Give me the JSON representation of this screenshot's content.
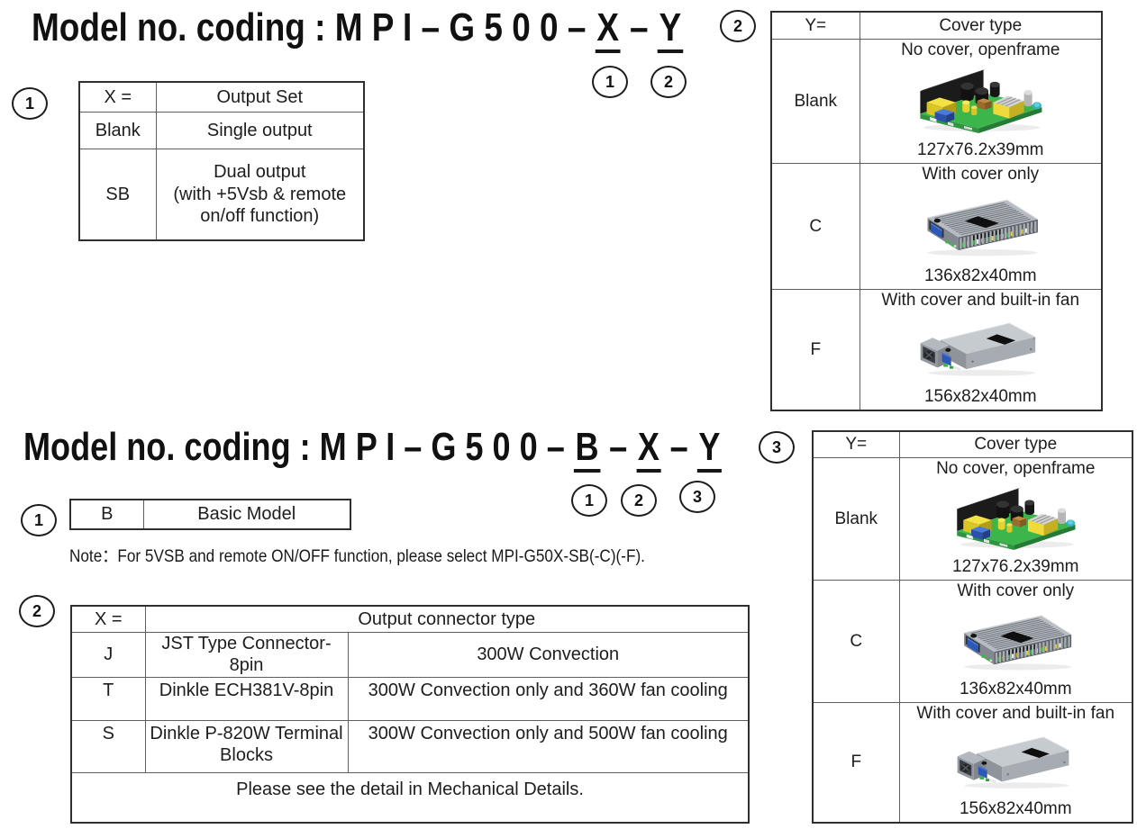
{
  "page": {
    "background": "#ffffff",
    "text_color": "#1d1d1d"
  },
  "section1": {
    "title_prefix": "Model no. coding : M P I – G 5 0 0 – ",
    "title_sep": " – ",
    "code_letters": [
      "X",
      "Y"
    ],
    "callouts": [
      "1",
      "2"
    ],
    "output_set_table": {
      "callout": "1",
      "header": {
        "code": "X =",
        "label": "Output Set"
      },
      "rows": [
        {
          "code": "Blank",
          "desc": "Single output"
        },
        {
          "code": "SB",
          "desc": "Dual output\n(with +5Vsb & remote\non/off function)"
        }
      ]
    },
    "cover_table": {
      "callout": "2",
      "header": {
        "code": "Y=",
        "label": "Cover type"
      },
      "rows": [
        {
          "code": "Blank",
          "caption": "No cover, openframe",
          "icon": "openframe-psu",
          "dims": "127x76.2x39mm"
        },
        {
          "code": "C",
          "caption": "With cover only",
          "icon": "covered-psu",
          "dims": "136x82x40mm"
        },
        {
          "code": "F",
          "caption": "With cover and built-in fan",
          "icon": "fan-psu",
          "dims": "156x82x40mm"
        }
      ]
    }
  },
  "section2": {
    "title_prefix": "Model no. coding : M P I – G 5 0 0 – ",
    "title_sep": " – ",
    "code_letters": [
      "B",
      "X",
      "Y"
    ],
    "callouts": [
      "1",
      "2",
      "3"
    ],
    "basic_table": {
      "callout": "1",
      "code": "B",
      "desc": "Basic Model"
    },
    "note": "Note：For 5VSB and remote ON/OFF function, please select MPI-G50X-SB(-C)(-F).",
    "connector_table": {
      "callout": "2",
      "header": {
        "code": "X =",
        "label": "Output connector type"
      },
      "rows": [
        {
          "code": "J",
          "name": "JST Type Connector-8pin",
          "desc": "300W Convection"
        },
        {
          "code": "T",
          "name": "Dinkle ECH381V-8pin",
          "desc": "300W Convection only and 360W fan cooling"
        },
        {
          "code": "S",
          "name": "Dinkle P-820W Terminal Blocks",
          "desc": "300W Convection only and 500W fan cooling"
        }
      ],
      "footer": "Please see the detail in Mechanical Details."
    },
    "cover_table": {
      "callout": "3",
      "header": {
        "code": "Y=",
        "label": "Cover type"
      },
      "rows": [
        {
          "code": "Blank",
          "caption": "No cover, openframe",
          "icon": "openframe-psu",
          "dims": "127x76.2x39mm"
        },
        {
          "code": "C",
          "caption": "With cover only",
          "icon": "covered-psu",
          "dims": "136x82x40mm"
        },
        {
          "code": "F",
          "caption": "With cover and built-in fan",
          "icon": "fan-psu",
          "dims": "156x82x40mm"
        }
      ]
    }
  },
  "psu_colors": {
    "board_green": "#3cb54a",
    "cover_gray": "#b8bdc3",
    "component_yellow": "#eedd33",
    "component_blue": "#2e58b8",
    "capacitor_black": "#141414",
    "cap_teal": "#2fb3c4"
  }
}
